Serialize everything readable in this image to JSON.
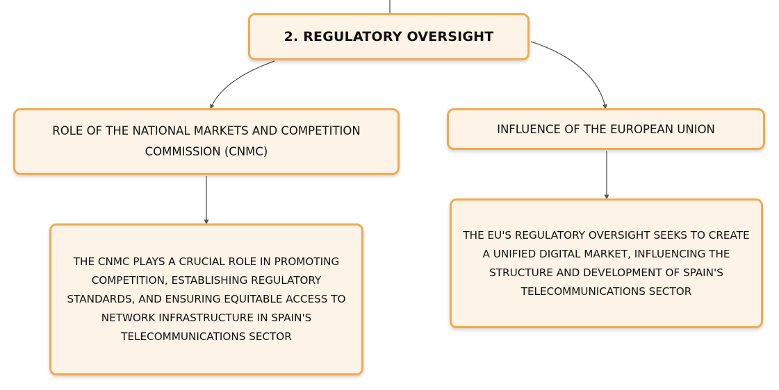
{
  "diagram": {
    "root": {
      "label": "2. REGULATORY OVERSIGHT"
    },
    "branches": [
      {
        "label": "ROLE OF THE NATIONAL MARKETS AND COMPETITION COMMISSION (CNMC)",
        "detail": "THE CNMC PLAYS A CRUCIAL ROLE IN PROMOTING COMPETITION, ESTABLISHING REGULATORY STANDARDS, AND ENSURING EQUITABLE ACCESS TO NETWORK INFRASTRUCTURE IN SPAIN'S TELECOMMUNICATIONS SECTOR"
      },
      {
        "label": "INFLUENCE OF THE EUROPEAN UNION",
        "detail": "THE EU'S REGULATORY OVERSIGHT SEEKS TO CREATE A UNIFIED DIGITAL MARKET, INFLUENCING THE STRUCTURE AND DEVELOPMENT OF SPAIN'S TELECOMMUNICATIONS SECTOR"
      }
    ]
  },
  "colors": {
    "node_fill": "#fdf3e7",
    "node_border": "#f2a94e",
    "connector": "#555555",
    "text": "#111111"
  }
}
